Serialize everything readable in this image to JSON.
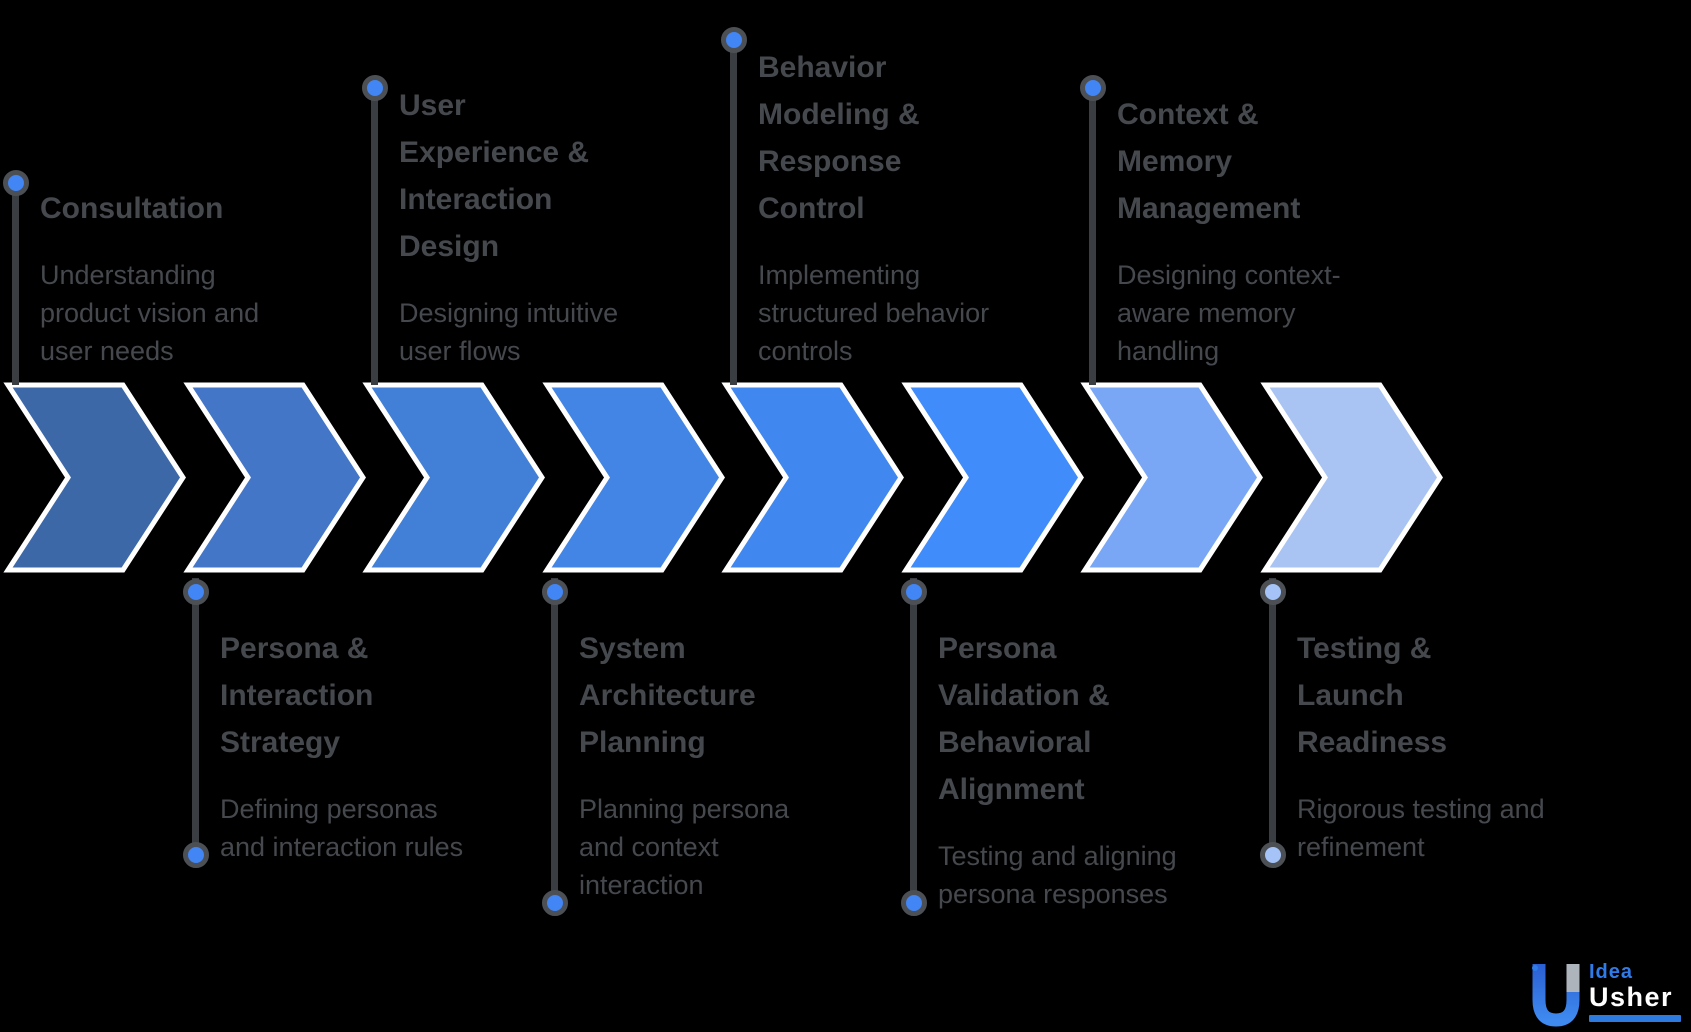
{
  "diagram": {
    "type": "process-timeline",
    "background": "#000000",
    "steps": [
      {
        "heading": "Consultation",
        "description": "Understanding product vision and user needs",
        "side": "top",
        "arrow_color": "#3D68A8",
        "dot_color": "#4285F4"
      },
      {
        "heading": "Persona & Interaction Strategy",
        "description": "Defining personas and interaction rules",
        "side": "bottom",
        "arrow_color": "#4376C6",
        "dot_color": "#4285F4"
      },
      {
        "heading": "User Experience & Interaction Design",
        "description": "Designing intuitive user flows",
        "side": "top",
        "arrow_color": "#4280D7",
        "dot_color": "#4285F4"
      },
      {
        "heading": "System Architecture Planning",
        "description": "Planning persona and context interaction",
        "side": "bottom",
        "arrow_color": "#4285E4",
        "dot_color": "#4285F4"
      },
      {
        "heading": "Behavior Modeling & Response Control",
        "description": "Implementing structured behavior controls",
        "side": "top",
        "arrow_color": "#4088EF",
        "dot_color": "#4285F4"
      },
      {
        "heading": "Persona Validation & Behavioral Alignment",
        "description": "Testing and aligning persona responses",
        "side": "bottom",
        "arrow_color": "#3F8CFA",
        "dot_color": "#4285F4"
      },
      {
        "heading": "Context & Memory Management",
        "description": "Designing context-aware memory handling",
        "side": "top",
        "arrow_color": "#79A7F5",
        "dot_color": "#4285F4"
      },
      {
        "heading": "Testing & Launch Readiness",
        "description": "Rigorous testing and refinement",
        "side": "bottom",
        "arrow_color": "#A9C4F2",
        "dot_color": "#A5C3F6"
      }
    ],
    "style": {
      "arrow_outline": "#FFFFFF",
      "connector_line": "#3A3D41",
      "dot_ring": "#4C5054",
      "heading_color": "#45484D",
      "body_color": "#45484D"
    },
    "logo": {
      "icon": "letter-u",
      "word_top": "Idea",
      "word_bottom": "Usher",
      "accent": "#2E7BDF"
    }
  }
}
